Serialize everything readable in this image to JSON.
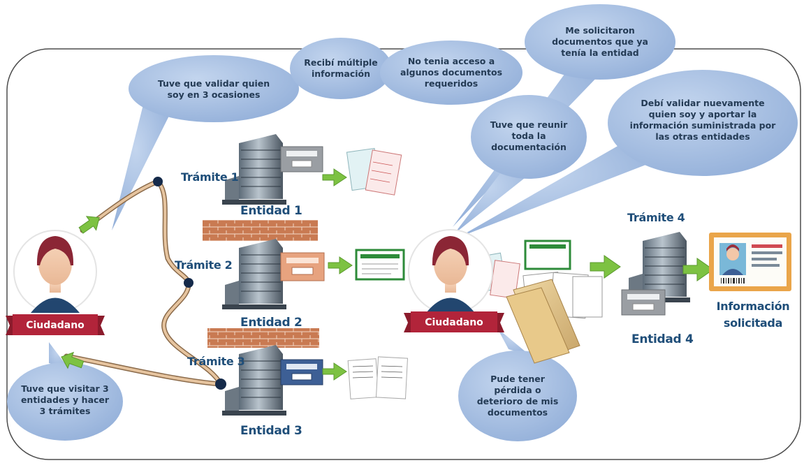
{
  "citizen_label": "Ciudadano",
  "bubbles": {
    "validate3": "Tuve que validar quien soy en 3 ocasiones",
    "multiple_info": "Recibí múltiple información",
    "no_access": "No tenia acceso a algunos documentos requeridos",
    "requested_docs": "Me solicitaron documentos que ya tenía la entidad",
    "gather_docs": "Tuve que reunir toda la documentación",
    "revalidate": "Debí validar nuevamente quien soy y aportar la información suministrada por las otras entidades",
    "visit3": "Tuve que visitar 3 entidades y hacer 3 trámites",
    "lost_docs": "Pude tener pérdida o deterioro de mis documentos"
  },
  "procedures": {
    "t1": "Trámite 1",
    "t2": "Trámite 2",
    "t3": "Trámite 3",
    "t4": "Trámite 4"
  },
  "entities": {
    "e1": "Entidad 1",
    "e2": "Entidad 2",
    "e3": "Entidad 3",
    "e4": "Entidad 4"
  },
  "result_label": "Información solicitada",
  "colors": {
    "bubble_fill": "#a9c2e4",
    "label_blue": "#1f4e79",
    "banner_red": "#b2243a",
    "arrow_green": "#7dc242",
    "brick": "#c0704a",
    "path_tan": "#d9b48f"
  }
}
